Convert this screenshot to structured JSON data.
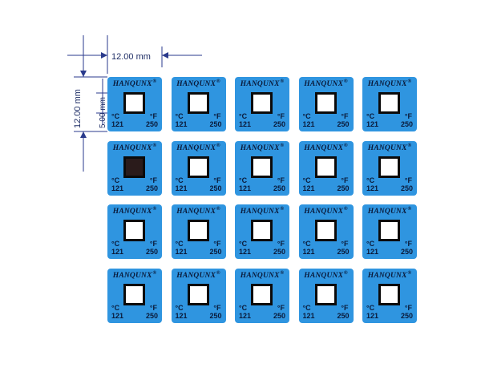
{
  "colors": {
    "label_bg": "#2f95e0",
    "window_fill": "#ffffff",
    "window_activated_fill": "#2a1b1b",
    "dimension_line": "#2a3a8c"
  },
  "dimensions": {
    "width_label": "12.00 mm",
    "height_label": "12.00 mm",
    "window_label": "5.00 mm"
  },
  "label_template": {
    "brand": "HANQUNX",
    "registered_mark": "®",
    "celsius_unit": "°C",
    "fahrenheit_unit": "°F",
    "celsius_value": "121",
    "fahrenheit_value": "250"
  },
  "grid": {
    "rows": 4,
    "cols": 5,
    "activated": [
      [
        1,
        0
      ]
    ]
  }
}
